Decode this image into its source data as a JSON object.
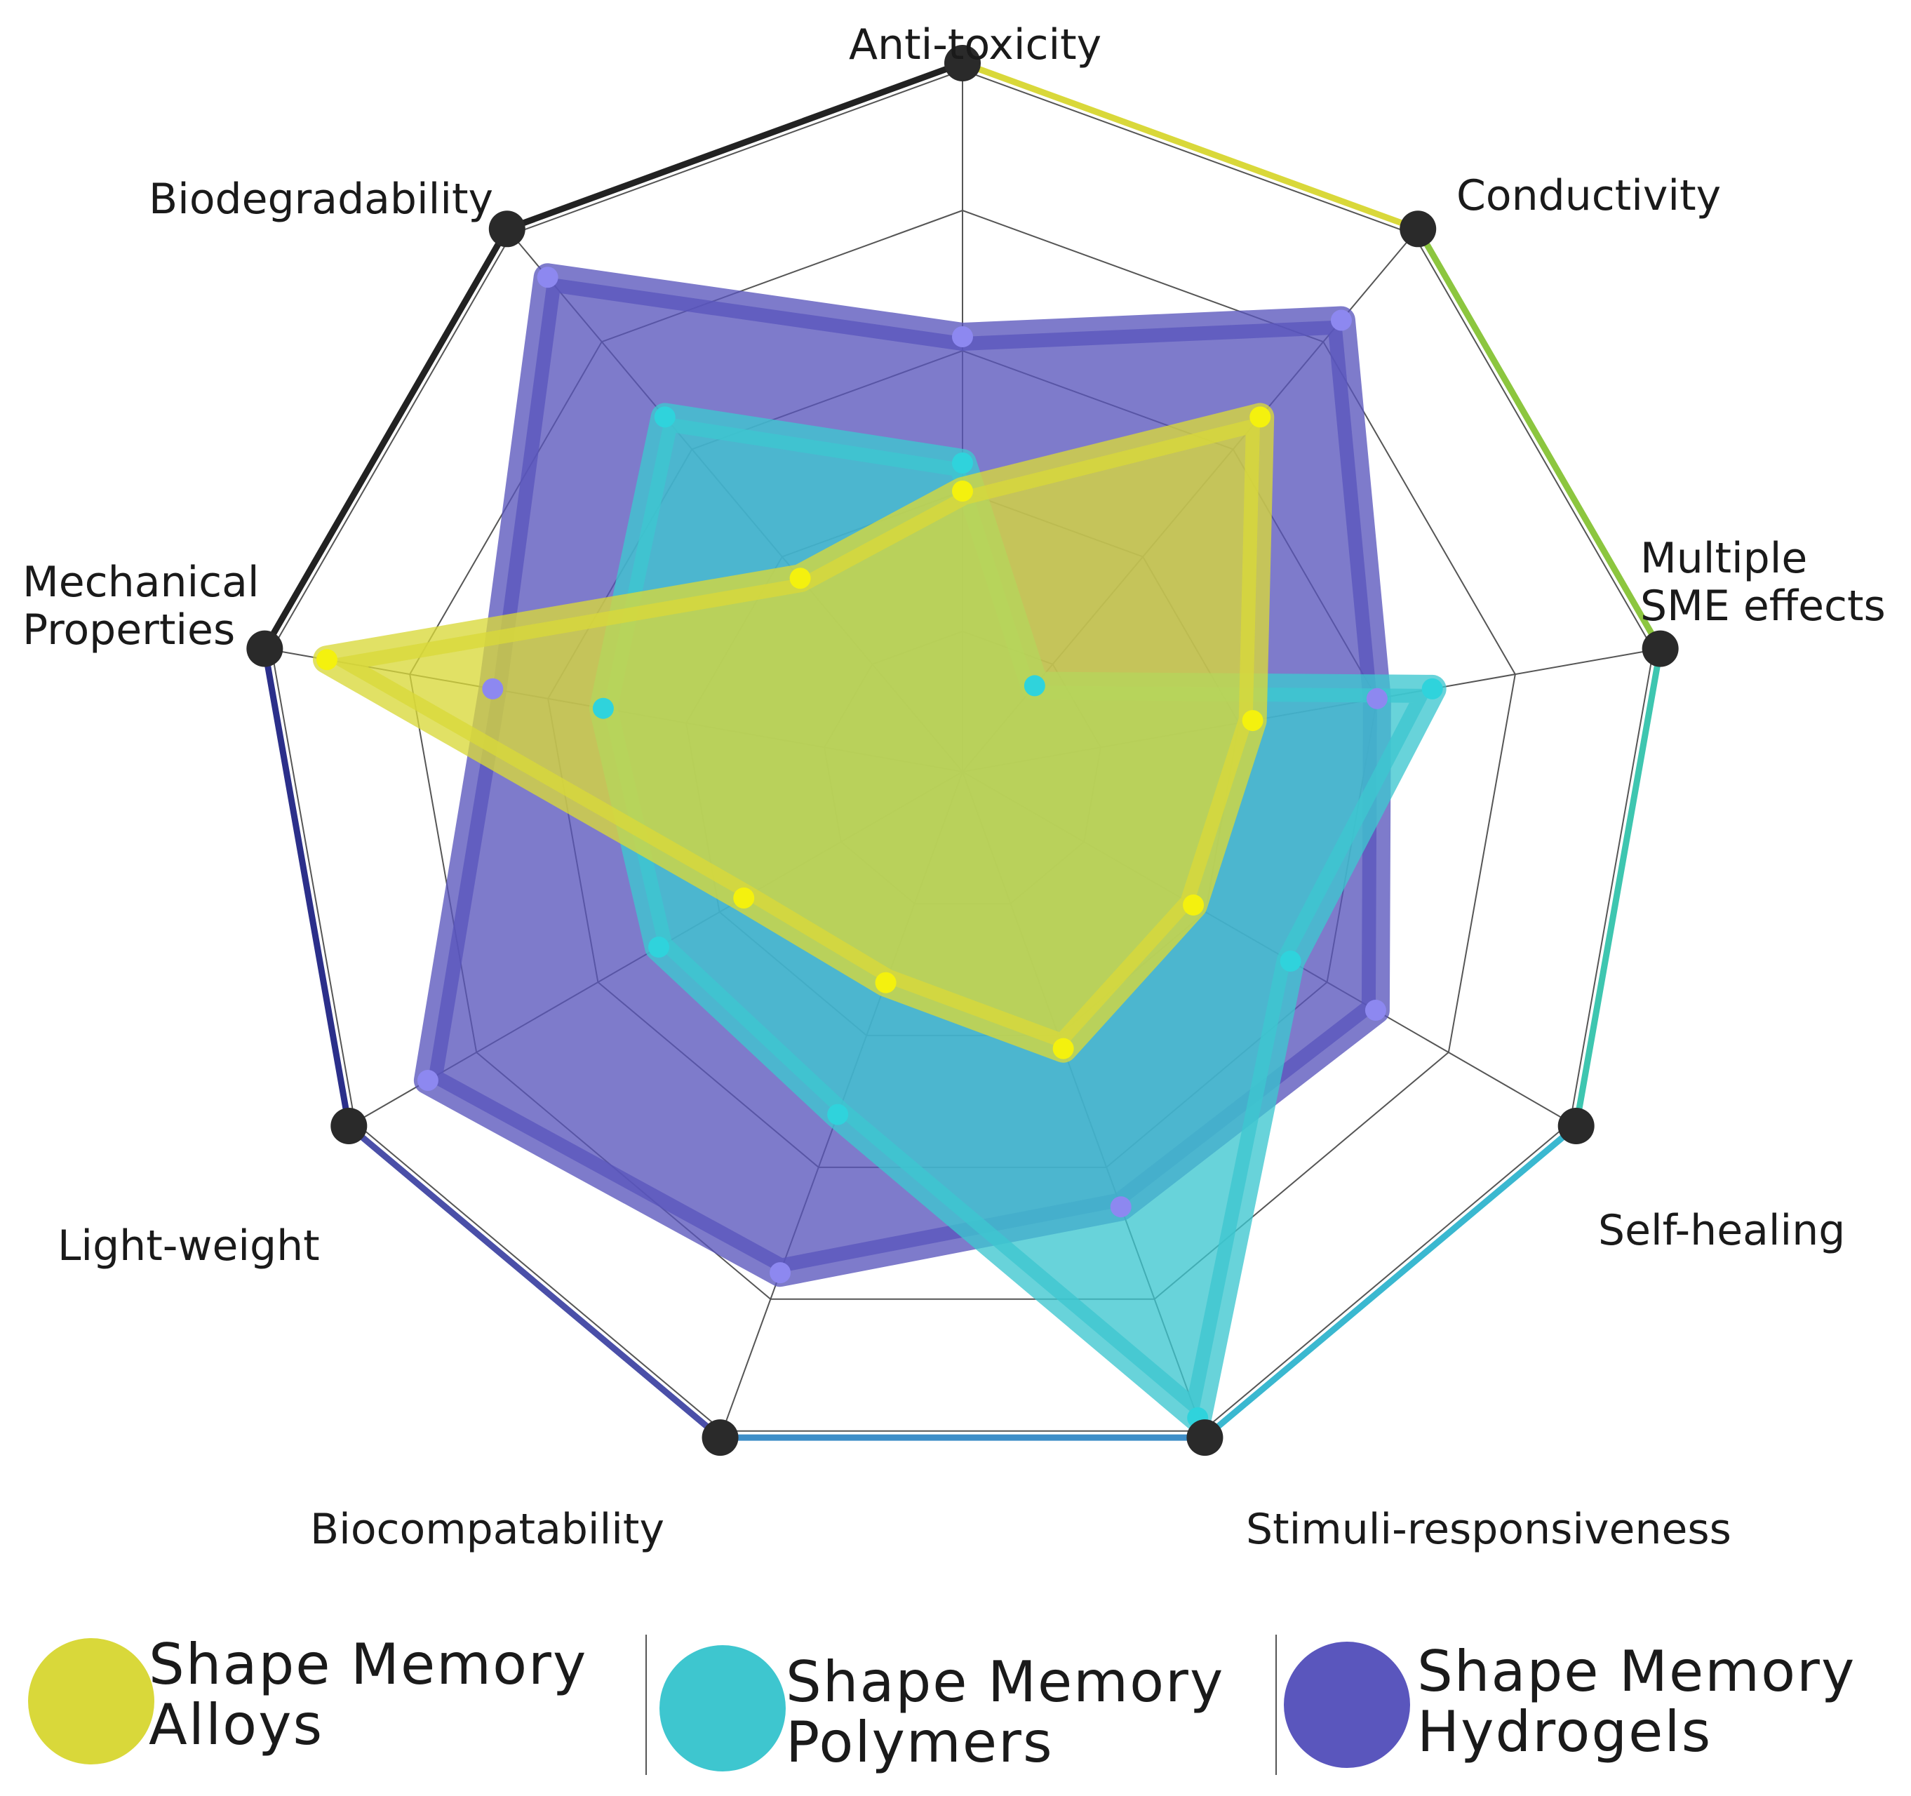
{
  "chart_data": {
    "type": "radar",
    "axes": [
      "Anti-toxicity",
      "Conductivity",
      "Multiple\nSME effects",
      "Self-healing",
      "Stimuli-responsiveness",
      "Biocompatability",
      "Light-weight",
      "Mechanical\nProperties",
      "Biodegradability"
    ],
    "rlim": [
      0,
      5
    ],
    "rings": 5,
    "grid": true,
    "legend_position": "bottom",
    "series": [
      {
        "name": "Shape Memory Hydrogels",
        "color": "#5a56bd",
        "values": [
          3.1,
          4.2,
          3.0,
          3.4,
          3.3,
          3.8,
          4.4,
          3.4,
          4.6
        ]
      },
      {
        "name": "Shape Memory Polymers",
        "color": "#3ec6cf",
        "values": [
          2.2,
          0.8,
          3.4,
          2.7,
          4.9,
          2.6,
          2.5,
          2.6,
          3.3
        ]
      },
      {
        "name": "Shape Memory Alloys",
        "color": "#d9d83a",
        "values": [
          2.0,
          3.3,
          2.1,
          1.9,
          2.1,
          1.6,
          1.8,
          4.6,
          1.8
        ]
      }
    ],
    "rim_gradient": [
      "#d9d83a",
      "#8cc63f",
      "#3ec6b0",
      "#3ab8d0",
      "#3e8ec8",
      "#4a4fa8",
      "#2b2f8a",
      "#222222",
      "#222222"
    ],
    "legend": [
      {
        "line1": "Shape Memory",
        "line2": "Alloys",
        "color": "#d9d83a"
      },
      {
        "line1": "Shape Memory",
        "line2": "Polymers",
        "color": "#3ec6cf"
      },
      {
        "line1": "Shape Memory",
        "line2": "Hydrogels",
        "color": "#5a56bd"
      }
    ]
  }
}
